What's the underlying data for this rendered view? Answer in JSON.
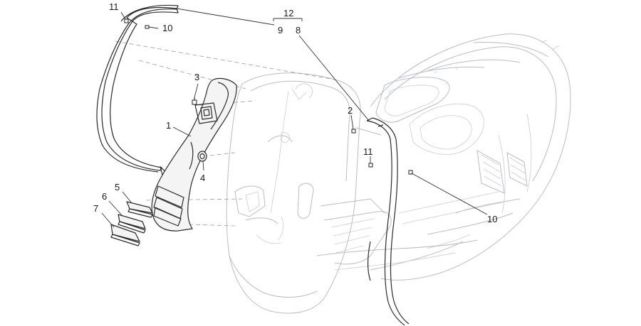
{
  "diagram": {
    "callouts": [
      {
        "id": "c11a",
        "text": "11"
      },
      {
        "id": "c10a",
        "text": "10"
      },
      {
        "id": "c12",
        "text": "12"
      },
      {
        "id": "c9",
        "text": "9"
      },
      {
        "id": "c8",
        "text": "8"
      },
      {
        "id": "c3",
        "text": "3"
      },
      {
        "id": "c1",
        "text": "1"
      },
      {
        "id": "c2",
        "text": "2"
      },
      {
        "id": "c11b",
        "text": "11"
      },
      {
        "id": "c4",
        "text": "4"
      },
      {
        "id": "c5",
        "text": "5"
      },
      {
        "id": "c6",
        "text": "6"
      },
      {
        "id": "c7",
        "text": "7"
      },
      {
        "id": "c10b",
        "text": "10"
      }
    ],
    "colors": {
      "part": "#2b2b2b",
      "ghost": "#b9bcc4",
      "background": "#ffffff"
    }
  }
}
